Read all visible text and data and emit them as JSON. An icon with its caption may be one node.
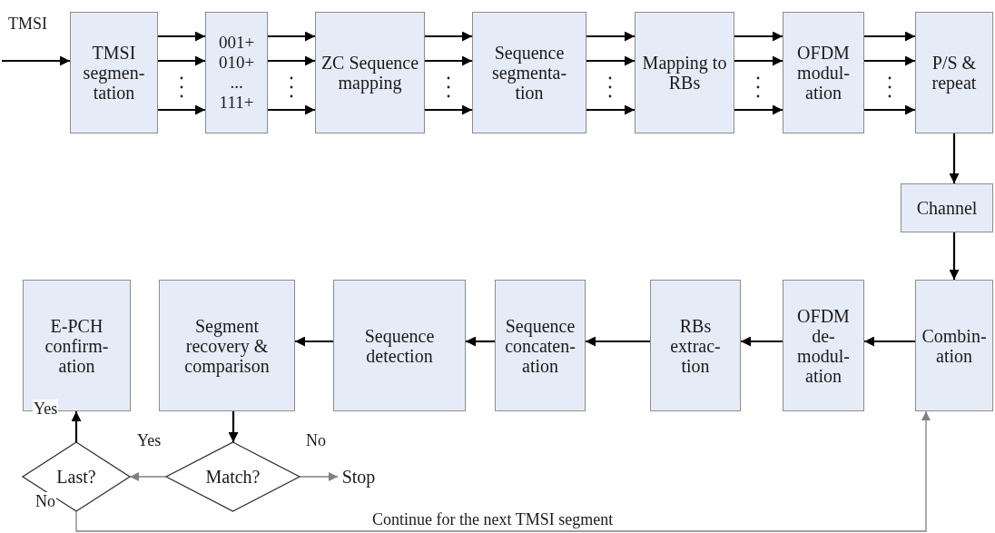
{
  "diagram": {
    "nodes": [
      {
        "text": [
          "TMSI segmen- tation"
        ]
      },
      {
        "text": [
          "001+",
          "010+",
          "...",
          "111+"
        ]
      },
      {
        "text": [
          "ZC Sequence mapping"
        ]
      },
      {
        "text": [
          "Sequence segmenta- tion"
        ]
      },
      {
        "text": [
          "Mapping to RBs"
        ]
      },
      {
        "text": [
          "OFDM modul- ation"
        ]
      },
      {
        "text": [
          "P/S & repeat"
        ]
      },
      {
        "text": [
          "Channel"
        ]
      },
      {
        "text": [
          "Combin- ation"
        ]
      },
      {
        "text": [
          "OFDM de- modul- ation"
        ]
      },
      {
        "text": [
          "RBs extrac- tion"
        ]
      },
      {
        "text": [
          "Sequence concaten- ation"
        ]
      },
      {
        "text": [
          "Sequence detection"
        ]
      },
      {
        "text": [
          "Segment recovery & comparison"
        ]
      },
      {
        "text": [
          "E-PCH confirm- ation"
        ]
      },
      {
        "text": [
          "Match?"
        ]
      },
      {
        "text": [
          "Last?"
        ]
      },
      {
        "text": [
          "Stop"
        ]
      }
    ],
    "edges": [
      {
        "from": null,
        "to": 0,
        "arrow": "to",
        "label": "TMSI"
      },
      {
        "from": 0,
        "to": 1,
        "arrow": "to"
      },
      {
        "from": 0,
        "to": 1,
        "arrow": "to"
      },
      {
        "from": 0,
        "to": 1,
        "arrow": "to"
      },
      {
        "from": 1,
        "to": 2,
        "arrow": "to"
      },
      {
        "from": 1,
        "to": 2,
        "arrow": "to"
      },
      {
        "from": 1,
        "to": 2,
        "arrow": "to"
      },
      {
        "from": 2,
        "to": 3,
        "arrow": "to"
      },
      {
        "from": 2,
        "to": 3,
        "arrow": "to"
      },
      {
        "from": 2,
        "to": 3,
        "arrow": "to"
      },
      {
        "from": 3,
        "to": 4,
        "arrow": "to"
      },
      {
        "from": 3,
        "to": 4,
        "arrow": "to"
      },
      {
        "from": 3,
        "to": 4,
        "arrow": "to"
      },
      {
        "from": 4,
        "to": 5,
        "arrow": "to"
      },
      {
        "from": 4,
        "to": 5,
        "arrow": "to"
      },
      {
        "from": 4,
        "to": 5,
        "arrow": "to"
      },
      {
        "from": 5,
        "to": 6,
        "arrow": "to"
      },
      {
        "from": 5,
        "to": 6,
        "arrow": "to"
      },
      {
        "from": 5,
        "to": 6,
        "arrow": "to"
      },
      {
        "from": 6,
        "to": 7,
        "arrow": "to"
      },
      {
        "from": 7,
        "to": 8,
        "arrow": "to"
      },
      {
        "from": 8,
        "to": 9,
        "arrow": "to"
      },
      {
        "from": 9,
        "to": 10,
        "arrow": "to"
      },
      {
        "from": 10,
        "to": 11,
        "arrow": "to"
      },
      {
        "from": 11,
        "to": 12,
        "arrow": "to"
      },
      {
        "from": 12,
        "to": 13,
        "arrow": "to"
      },
      {
        "from": 13,
        "to": 15,
        "arrow": "to"
      },
      {
        "from": 15,
        "to": 16,
        "arrow": "to",
        "label": "Yes",
        "color": "#808080"
      },
      {
        "from": 15,
        "to": 17,
        "arrow": "to",
        "label": "No",
        "color": "#808080"
      },
      {
        "from": 16,
        "to": 14,
        "arrow": "to",
        "label": "Yes"
      },
      {
        "from": 16,
        "to": 8,
        "arrow": "to",
        "label": "No",
        "color": "#808080"
      }
    ],
    "labels": [
      "Continue for the next TMSI segment"
    ]
  }
}
